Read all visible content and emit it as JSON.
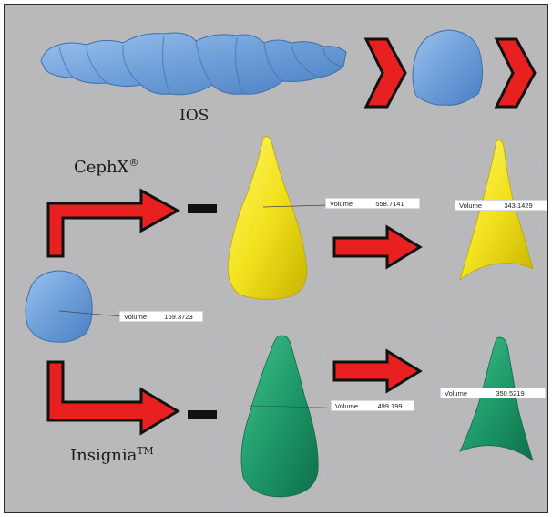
{
  "labels": {
    "ios": "IOS",
    "cephx": "CephX",
    "cephx_mark": "®",
    "insignia": "Insignia",
    "insignia_mark": "TM"
  },
  "volumes": {
    "ios_tooth": {
      "label": "Volume",
      "value": "169.3723"
    },
    "cephx_full": {
      "label": "Volume",
      "value": "558.7141"
    },
    "cephx_crop": {
      "label": "Volume",
      "value": "343.1429"
    },
    "insignia_full": {
      "label": "Volume",
      "value": "499.199"
    },
    "insignia_crop": {
      "label": "Volume",
      "value": "350.5219"
    }
  },
  "colors": {
    "background": "#b9b9bb",
    "ios_blue": "#6f9fd8",
    "cephx_yellow": "#f2e21e",
    "insignia_green": "#1f9a6a",
    "arrow_red": "#e8201f",
    "arrow_outline": "#111111"
  }
}
